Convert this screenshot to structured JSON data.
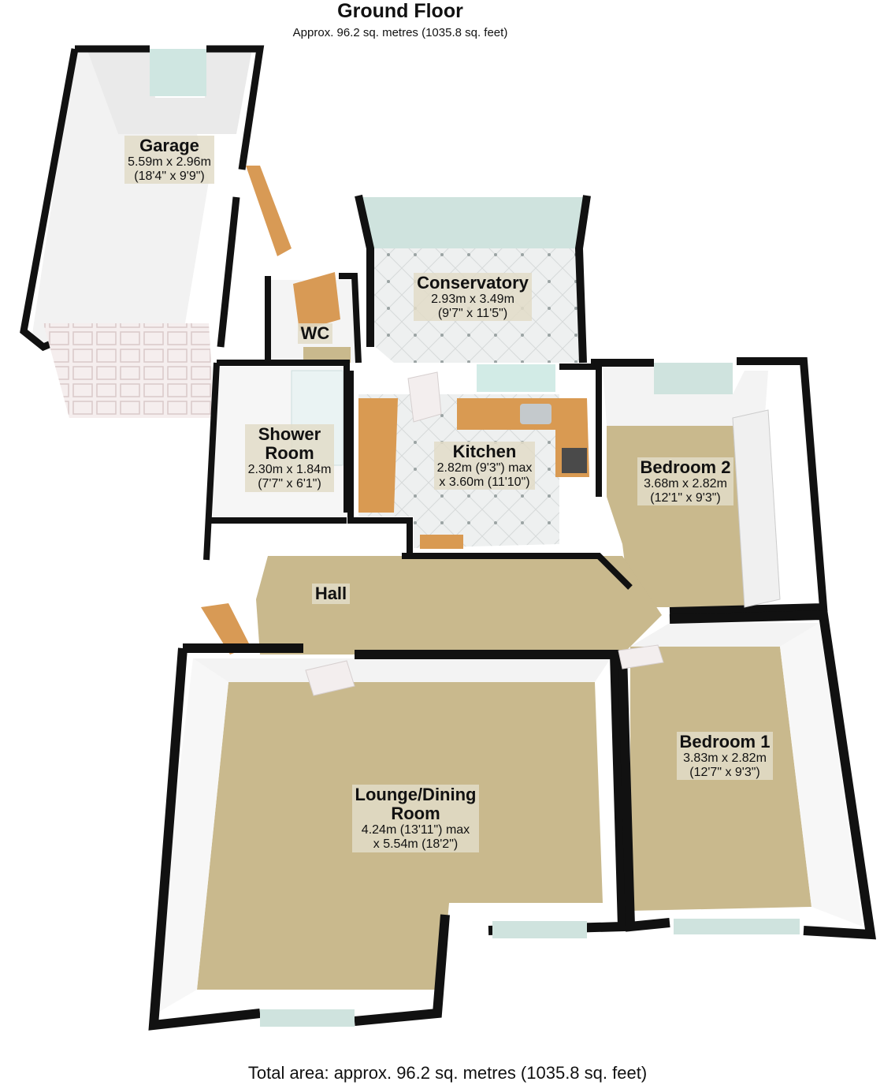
{
  "header": {
    "title": "Ground Floor",
    "subtitle": "Approx. 96.2 sq. metres (1035.8 sq. feet)"
  },
  "footer": {
    "total": "Total area: approx. 96.2 sq. metres (1035.8 sq. feet)"
  },
  "rooms": {
    "garage": {
      "name": "Garage",
      "dim1": "5.59m x 2.96m",
      "dim2": "(18'4\" x 9'9\")"
    },
    "conservatory": {
      "name": "Conservatory",
      "dim1": "2.93m x 3.49m",
      "dim2": "(9'7\" x 11'5\")"
    },
    "wc": {
      "name": "WC"
    },
    "shower": {
      "name1": "Shower",
      "name2": "Room",
      "dim1": "2.30m x 1.84m",
      "dim2": "(7'7\" x 6'1\")"
    },
    "kitchen": {
      "name": "Kitchen",
      "dim1": "2.82m (9'3\") max",
      "dim2": "x 3.60m (11'10\")"
    },
    "bedroom2": {
      "name": "Bedroom 2",
      "dim1": "3.68m x 2.82m",
      "dim2": "(12'1\" x 9'3\")"
    },
    "hall": {
      "name": "Hall"
    },
    "bedroom1": {
      "name": "Bedroom 1",
      "dim1": "3.83m x 2.82m",
      "dim2": "(12'7\" x 9'3\")"
    },
    "lounge": {
      "name1": "Lounge/Dining",
      "name2": "Room",
      "dim1": "4.24m (13'11\") max",
      "dim2": "x 5.54m (18'2\")"
    }
  },
  "colors": {
    "wall": "#111111",
    "carpet": "#c9b98d",
    "tile": "#e9ecec",
    "window": "#b9dcd6",
    "worktop": "#d99a52",
    "door": "#d89a55"
  }
}
